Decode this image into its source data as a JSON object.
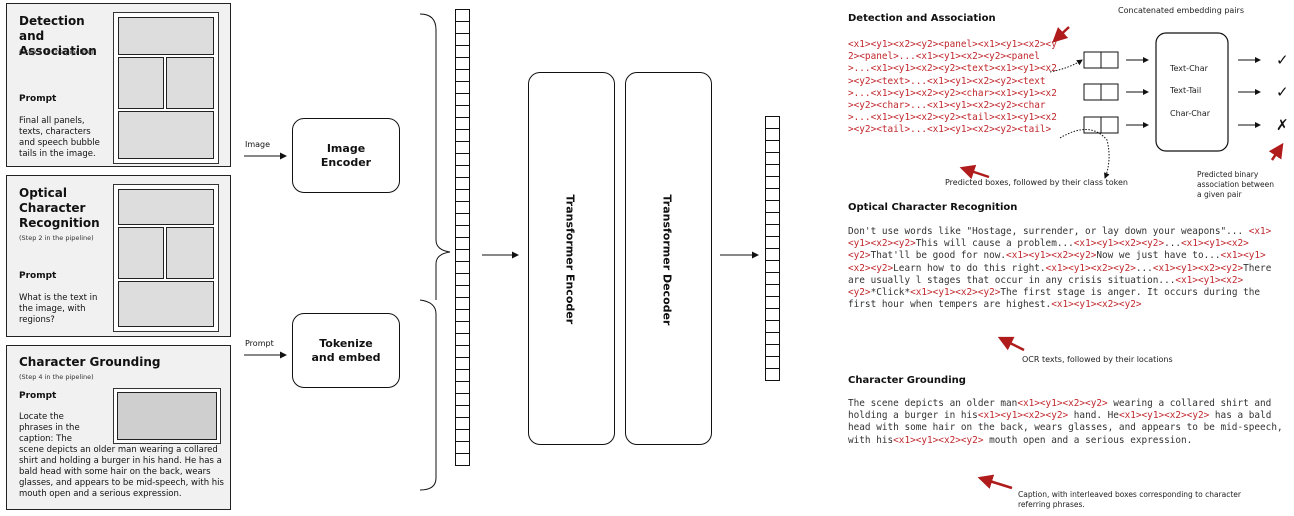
{
  "cards": [
    {
      "title": "Detection and Association",
      "step": "(Step 1 in the pipeline)",
      "prompt_label": "Prompt",
      "prompt_text": "Final all panels, texts, characters and speech bubble tails in the image."
    },
    {
      "title": "Optical Character Recognition",
      "step": "(Step 2 in the pipeline)",
      "prompt_label": "Prompt",
      "prompt_text": "What is the text in the image, with regions?"
    },
    {
      "title": "Character Grounding",
      "step": "(Step 4 in the pipeline)",
      "prompt_label": "Prompt",
      "prompt_text_short": "Locate the phrases in the caption: The",
      "prompt_text_long": "scene depicts an older man wearing a collared shirt and holding a burger in his hand. He has a bald head with some hair on the back, wears glasses, and appears to be mid-speech, with his mouth open and a serious expression."
    }
  ],
  "inputs": {
    "image_label": "Image",
    "prompt_label": "Prompt"
  },
  "blocks": {
    "image_encoder": "Image Encoder",
    "tokenize": "Tokenize and embed",
    "encoder": "Transformer Encoder",
    "decoder": "Transformer Decoder"
  },
  "detection": {
    "title": "Detection and Association",
    "seq": "<x1><y1><x2><y2><panel><x1><y1><x2><y2><panel>...<x1><y1><x2><y2><panel>...<x1><y1><x2><y2><text><x1><y1><x2><y2><text>...<x1><y1><x2><y2><text>...<x1><y1><x2><y2><char><x1><y1><x2><y2><char>...<x1><y1><x2><y2><char>...<x1><y1><x2><y2><tail><x1><y1><x2><y2><tail>...<x1><y1><x2><y2><tail>",
    "note_boxes": "Predicted boxes, followed by their class token",
    "note_pairs": "Concatenated embedding pairs",
    "classes": [
      "Text-Char",
      "Text-Tail",
      "Char-Char"
    ],
    "results": [
      "✓",
      "✓",
      "✗"
    ],
    "note_binary": "Predicted binary association between a given pair"
  },
  "ocr": {
    "title": "Optical Character Recognition",
    "text": "Don't use words like \"Hostage, surrender, or lay down your weapons\"... <x1><y1><x2><y2>This will cause a problem...<x1><y1><x2><y2>...<x1><y1><x2><y2>That'll be good for now.<x1><y1><x2><y2>Now we just have to...<x1><y1><x2><y2>Learn how to do this right.<x1><y1><x2><y2>...<x1><y1><x2><y2>There are usually l stages that occur in any crisis situation...<x1><y1><x2><y2>*Click*<x1><y1><x2><y2>The first stage is anger. It occurs during the first hour when tempers are highest.<x1><y1><x2><y2>",
    "note": "OCR texts, followed by their locations"
  },
  "grounding": {
    "title": "Character Grounding",
    "text": "The scene depicts an older man<x1><y1><x2><y2> wearing a collared shirt and holding a burger in his<x1><y1><x2><y2> hand. He<x1><y1><x2><y2> has a bald head with some hair on the back, wears glasses, and appears to be mid-speech, with his<x1><y1><x2><y2> mouth open and a serious expression.",
    "note": "Caption, with interleaved boxes corresponding to character referring phrases."
  },
  "colors": {
    "token": "#c0272d",
    "arrow_red": "#b01c1c"
  }
}
